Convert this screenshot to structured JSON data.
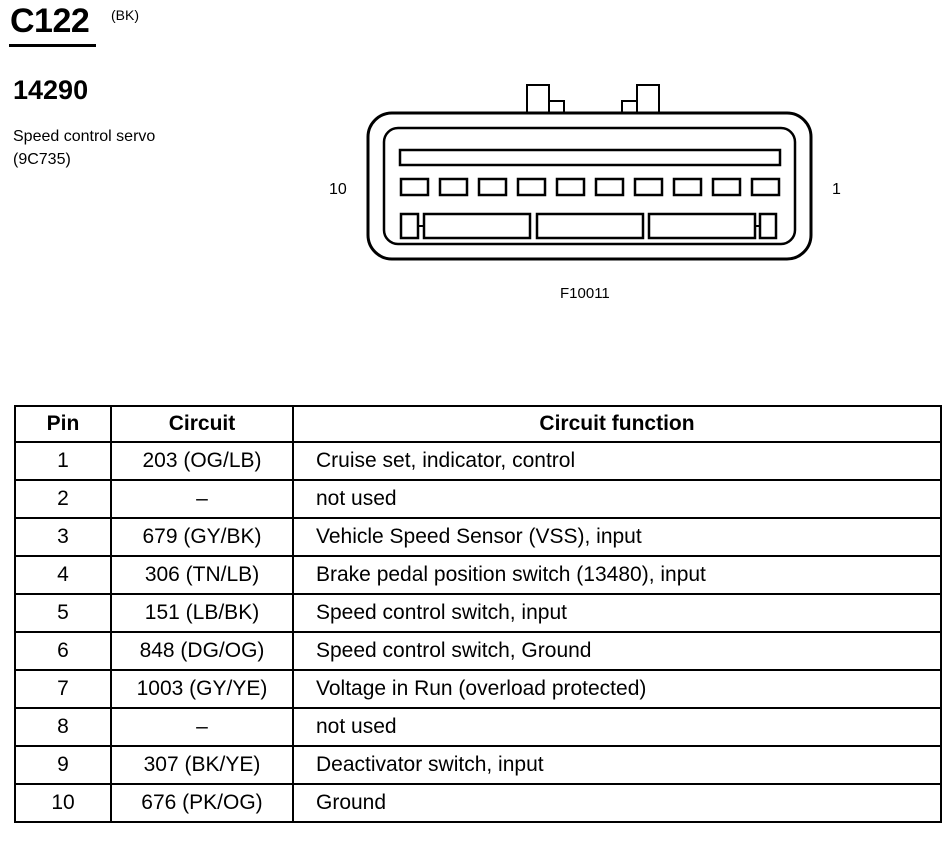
{
  "header": {
    "connector_id": "C122",
    "connector_color": "(BK)",
    "part_number": "14290",
    "description_line1": "Speed control servo",
    "description_line2": "(9C735)"
  },
  "diagram": {
    "pin_left_label": "10",
    "pin_right_label": "1",
    "figure_ref": "F10011"
  },
  "table": {
    "headers": {
      "pin": "Pin",
      "circuit": "Circuit",
      "function": "Circuit function"
    },
    "rows": [
      {
        "pin": "1",
        "circuit": "203 (OG/LB)",
        "function": "Cruise set, indicator, control"
      },
      {
        "pin": "2",
        "circuit": "–",
        "function": "not used"
      },
      {
        "pin": "3",
        "circuit": "679 (GY/BK)",
        "function": "Vehicle Speed Sensor (VSS), input"
      },
      {
        "pin": "4",
        "circuit": "306 (TN/LB)",
        "function": "Brake pedal position switch (13480), input"
      },
      {
        "pin": "5",
        "circuit": "151 (LB/BK)",
        "function": "Speed control switch, input"
      },
      {
        "pin": "6",
        "circuit": "848 (DG/OG)",
        "function": "Speed control switch, Ground"
      },
      {
        "pin": "7",
        "circuit": "1003 (GY/YE)",
        "function": "Voltage in Run (overload protected)"
      },
      {
        "pin": "8",
        "circuit": "–",
        "function": "not used"
      },
      {
        "pin": "9",
        "circuit": "307 (BK/YE)",
        "function": "Deactivator switch, input"
      },
      {
        "pin": "10",
        "circuit": "676 (PK/OG)",
        "function": "Ground"
      }
    ]
  }
}
